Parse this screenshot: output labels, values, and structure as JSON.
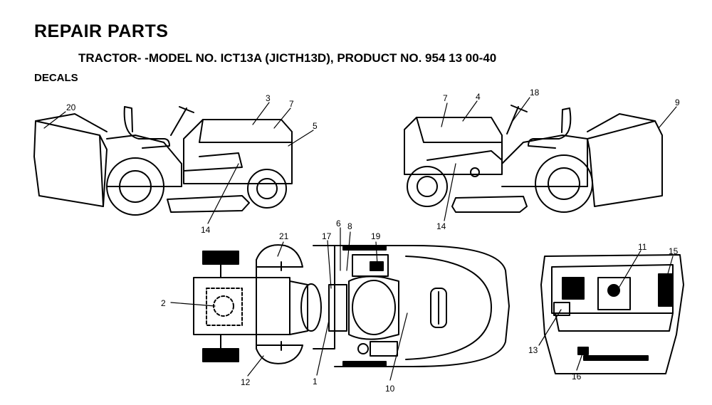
{
  "header": {
    "title": "REPAIR PARTS",
    "subtitle": "TRACTOR- -MODEL NO. ICT13A (JICTH13D), PRODUCT NO. 954 13 00-40",
    "section": "DECALS"
  },
  "callouts": {
    "c1": "1",
    "c2": "2",
    "c3": "3",
    "c4": "4",
    "c5": "5",
    "c6": "6",
    "c7a": "7",
    "c7b": "7",
    "c8": "8",
    "c9": "9",
    "c10": "10",
    "c11": "11",
    "c12": "12",
    "c13": "13",
    "c14a": "14",
    "c14b": "14",
    "c15": "15",
    "c16": "16",
    "c17": "17",
    "c18": "18",
    "c19": "19",
    "c20": "20",
    "c21": "21"
  }
}
